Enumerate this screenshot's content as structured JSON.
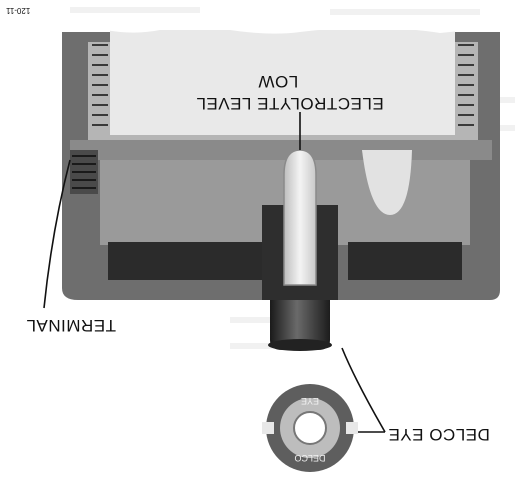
{
  "figure": {
    "number": "120-11"
  },
  "labels": {
    "low": "LOW",
    "electrolyte_level": "ELECTROLYTE LEVEL",
    "terminal": "TERMINAL",
    "delco_eye": "DELCO EYE"
  },
  "eye_ring": {
    "top_text": "EYE",
    "bottom_text": "DELCO"
  },
  "colors": {
    "casing": "#6e6e6e",
    "liquid": "#9a9a9a",
    "plates": "#2b2b2b",
    "light": "#e6e6e6",
    "ink": "#111111"
  }
}
